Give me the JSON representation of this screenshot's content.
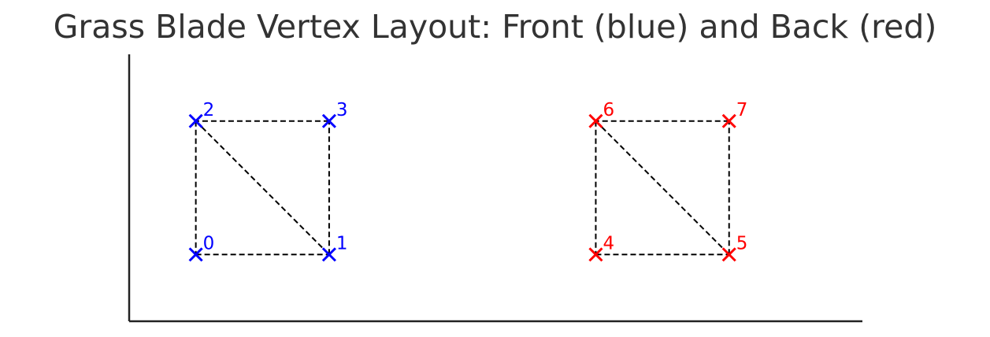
{
  "chart_data": {
    "type": "scatter",
    "title": "Grass Blade Vertex Layout: Front (blue) and Back (red)",
    "xlabel": "",
    "ylabel": "",
    "xlim": [
      -0.5,
      5.0
    ],
    "ylim": [
      -0.5,
      1.5
    ],
    "grid": false,
    "axes_visible": [
      "left",
      "bottom"
    ],
    "ticks_visible": false,
    "marker": "x",
    "edge_color": "#000000",
    "edge_style": "dashed",
    "series": [
      {
        "color": "#0000ff",
        "points": [
          {
            "label": "0",
            "x": 0,
            "y": 0
          },
          {
            "label": "1",
            "x": 1,
            "y": 0
          },
          {
            "label": "2",
            "x": 0,
            "y": 1
          },
          {
            "label": "3",
            "x": 1,
            "y": 1
          }
        ],
        "edges": [
          [
            0,
            1
          ],
          [
            1,
            3
          ],
          [
            3,
            2
          ],
          [
            2,
            0
          ],
          [
            2,
            1
          ]
        ]
      },
      {
        "color": "#ff0000",
        "points": [
          {
            "label": "4",
            "x": 3,
            "y": 0
          },
          {
            "label": "5",
            "x": 4,
            "y": 0
          },
          {
            "label": "6",
            "x": 3,
            "y": 1
          },
          {
            "label": "7",
            "x": 4,
            "y": 1
          }
        ],
        "edges": [
          [
            0,
            1
          ],
          [
            1,
            3
          ],
          [
            3,
            2
          ],
          [
            2,
            0
          ],
          [
            2,
            1
          ]
        ]
      }
    ]
  }
}
